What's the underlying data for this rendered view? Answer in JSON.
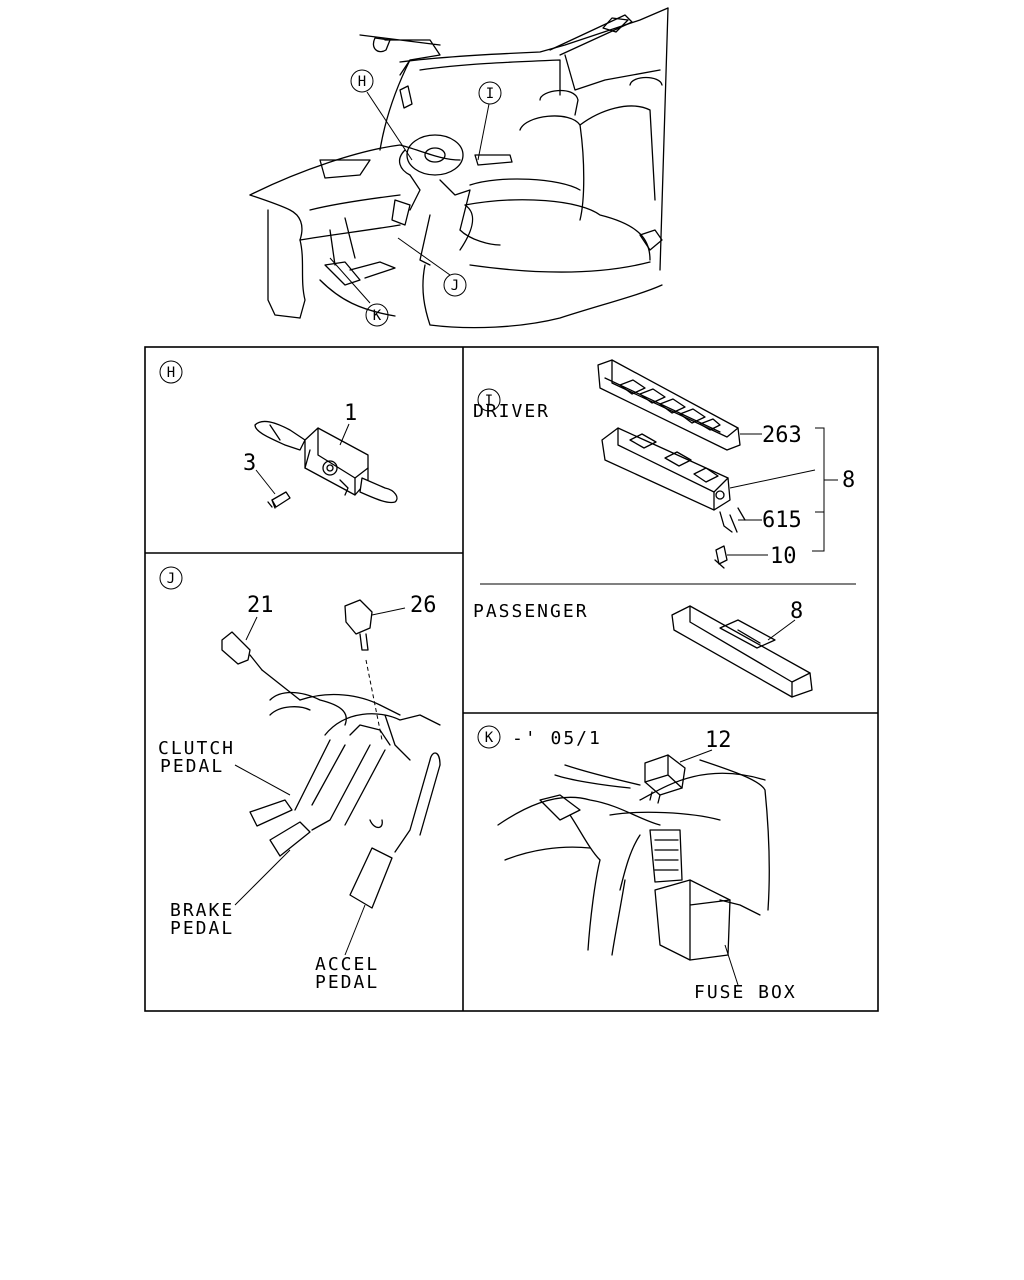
{
  "overview": {
    "callouts": {
      "h": "H",
      "i": "I",
      "j": "J",
      "k": "K"
    }
  },
  "panel_h": {
    "id": "H",
    "parts": {
      "p1": "1",
      "p3": "3"
    }
  },
  "panel_i": {
    "id": "I",
    "driver_label": "DRIVER",
    "passenger_label": "PASSENGER",
    "parts": {
      "p263": "263",
      "p8": "8",
      "p615": "615",
      "p10": "10",
      "p8_passenger": "8"
    }
  },
  "panel_j": {
    "id": "J",
    "parts": {
      "p21": "21",
      "p26": "26"
    },
    "clutch_label": [
      "CLUTCH",
      "PEDAL"
    ],
    "brake_label": [
      "BRAKE",
      "PEDAL"
    ],
    "accel_label": [
      "ACCEL",
      "PEDAL"
    ]
  },
  "panel_k": {
    "id": "K",
    "note": "-' 05/1",
    "parts": {
      "p12": "12"
    },
    "fuse_label": "FUSE BOX"
  }
}
